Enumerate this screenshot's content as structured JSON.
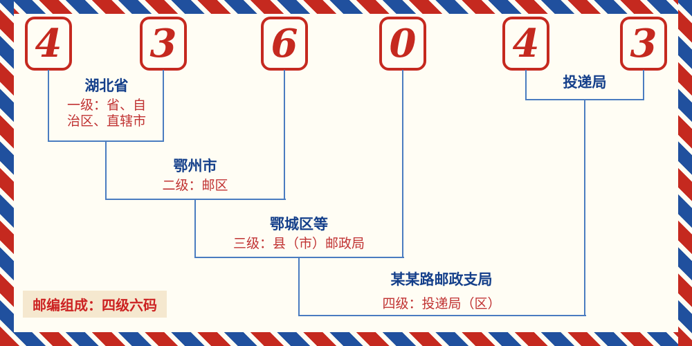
{
  "meta": {
    "postal_code": "436043"
  },
  "colors": {
    "digit_red": "#c5291f",
    "line_blue": "#4a7cc0",
    "name_blue": "#143f8a",
    "desc_red": "#c03232",
    "badge_bg": "#f5e8cf",
    "background": "#fffdf4"
  },
  "digits": [
    "4",
    "3",
    "6",
    "0",
    "4",
    "3"
  ],
  "levels": {
    "level1": {
      "name": "湖北省",
      "desc1": "一级：省、自",
      "desc2": "治区、直辖市"
    },
    "level2": {
      "name": "鄂州市",
      "desc": "二级：邮区"
    },
    "level3": {
      "name": "鄂城区等",
      "desc": "三级：县（市）邮政局"
    },
    "level4": {
      "name": "某某路邮政支局",
      "desc": "四级：投递局（区）"
    },
    "delivery": {
      "name": "投递局"
    }
  },
  "footer": {
    "composition": "邮编组成：四级六码"
  }
}
